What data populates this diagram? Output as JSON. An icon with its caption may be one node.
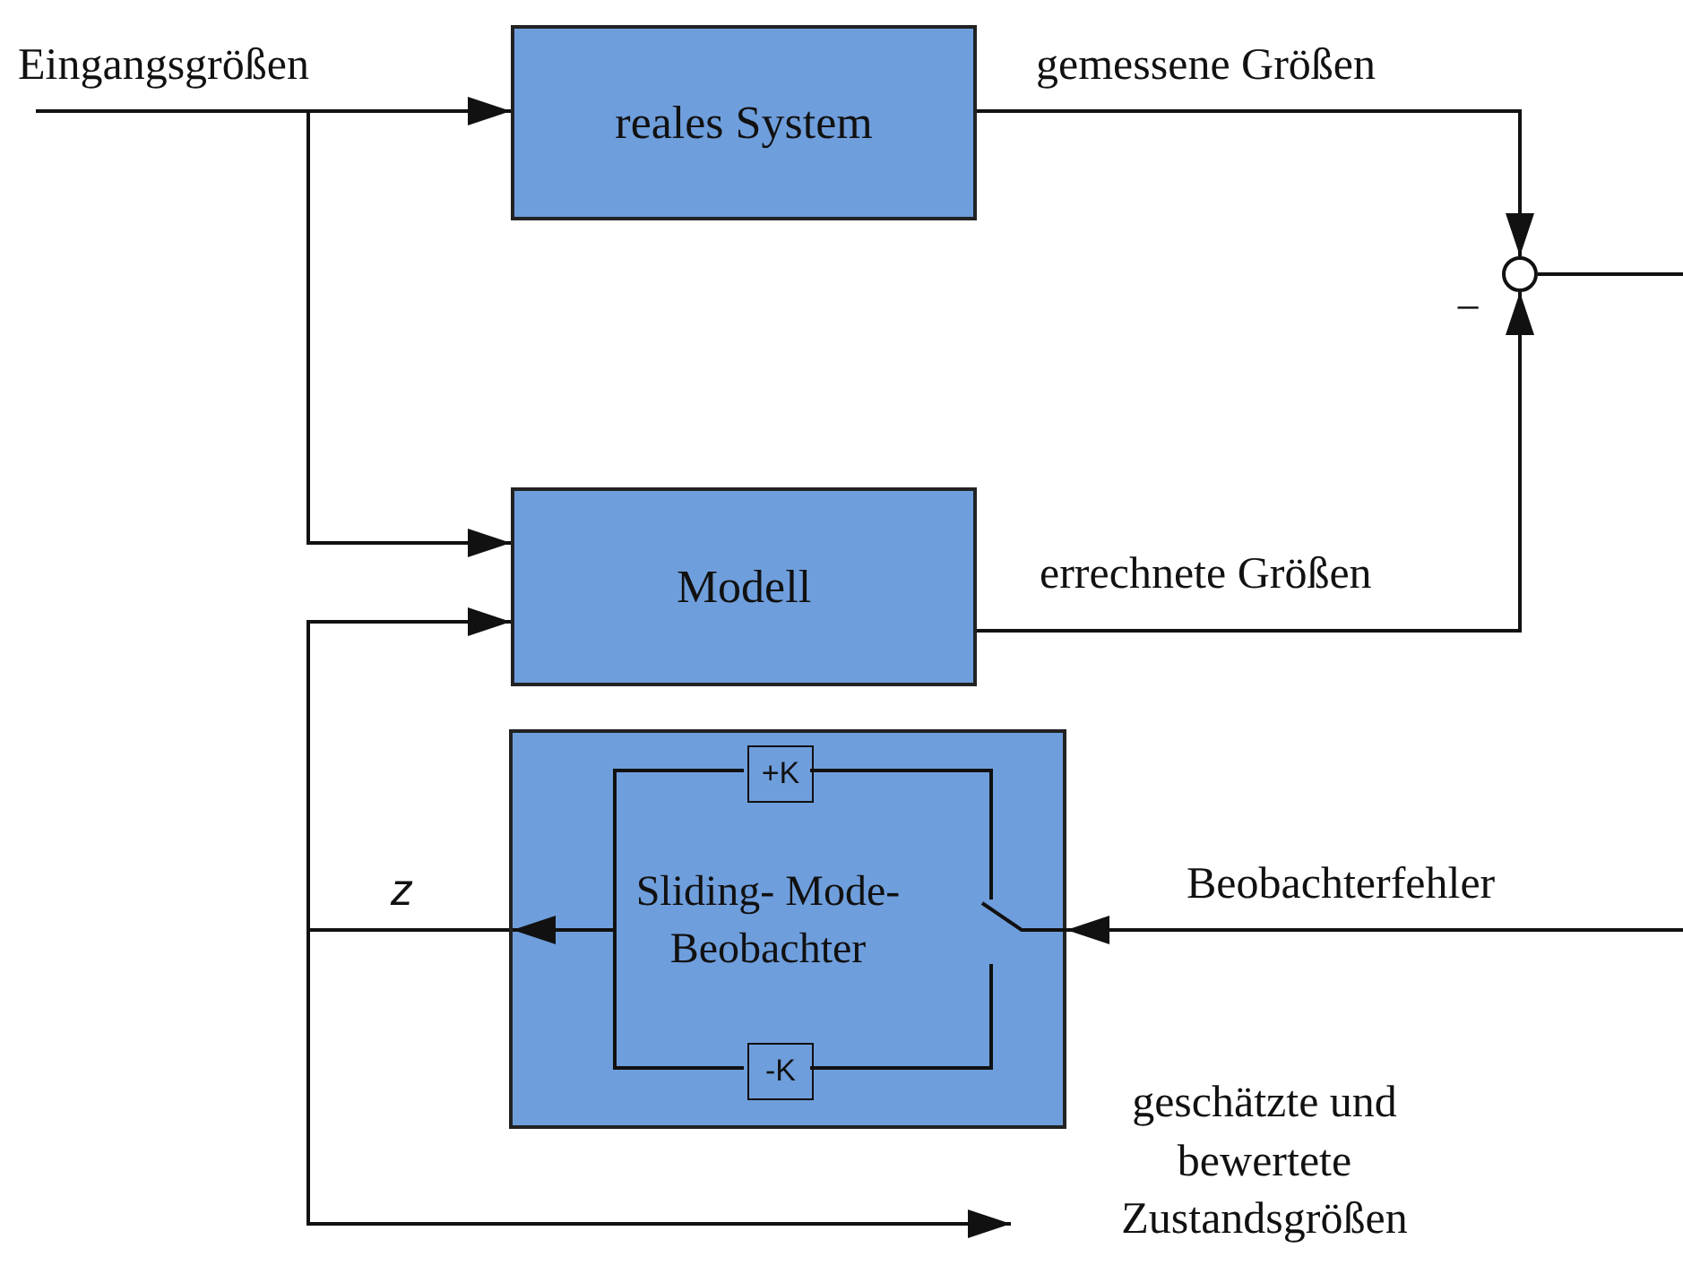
{
  "diagram": {
    "nodes": [
      {
        "text": [
          "reales System"
        ]
      },
      {
        "text": [
          "Modell"
        ]
      },
      {
        "text": [
          "Sliding- Mode- Beobachter"
        ]
      },
      {
        "text": [
          "+K"
        ],
        "in": 2
      },
      {
        "text": [
          "-K"
        ],
        "in": 2
      },
      {
        "text": [],
        "shape": "circle"
      }
    ],
    "edges": [
      {
        "from": null,
        "to": 0,
        "arrow": "to",
        "label": "Eingangsgrößen"
      },
      {
        "from": null,
        "to": 1,
        "arrow": "to"
      },
      {
        "from": 0,
        "to": 5,
        "arrow": "to",
        "label": "gemessene Größen"
      },
      {
        "from": 1,
        "to": 5,
        "arrow": "to",
        "label": "errechnete Größen"
      },
      {
        "from": 5,
        "to": null,
        "arrow": "none"
      },
      {
        "from": null,
        "to": 2,
        "arrow": "to",
        "label": "Beobachterfehler"
      },
      {
        "from": 2,
        "to": 1,
        "arrow": "to",
        "label": "z"
      },
      {
        "from": 2,
        "to": null,
        "arrow": "to",
        "label": "geschätzte und bewertete Zustandsgrößen"
      },
      {
        "from": 3,
        "to": 4,
        "arrow": "none"
      }
    ],
    "labels": [
      "−"
    ]
  }
}
